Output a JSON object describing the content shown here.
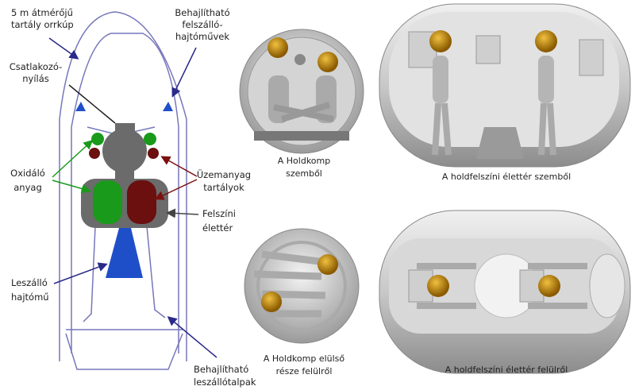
{
  "labels": {
    "nose_cone": [
      "5 m átmérőjű",
      "tartály orrkúp"
    ],
    "ascent_engines": [
      "Behajlítható",
      "felszálló-",
      "hajtóművek"
    ],
    "docking_port": [
      "Csatlakozó-",
      "nyílás"
    ],
    "oxidizer": [
      "Oxidáló",
      "anyag"
    ],
    "fuel_tanks": [
      "Üzemanyag",
      "tartályok"
    ],
    "habitat": [
      "Felszíni",
      "élettér"
    ],
    "descent_engine": [
      "Leszálló",
      "hajtómű"
    ],
    "landing_legs": [
      "Behajlítható",
      "leszállótalpak"
    ]
  },
  "captions": {
    "lander_front": [
      "A Holdkomp",
      "szemből"
    ],
    "habitat_front": [
      "A holdfelszíni élettér szemből"
    ],
    "lander_top": [
      "A Holdkomp elülső",
      "része felülről"
    ],
    "habitat_top": [
      "A holdfelszíni élettér felülről"
    ]
  },
  "colors": {
    "outline": "#7777bb",
    "arrow": "#2a2a8a",
    "body": "#6b6b6b",
    "oxidizer": "#1a9a1a",
    "fuel": "#6b0f0f",
    "engine": "#1f4fc8",
    "helmet": "#c8901a"
  }
}
